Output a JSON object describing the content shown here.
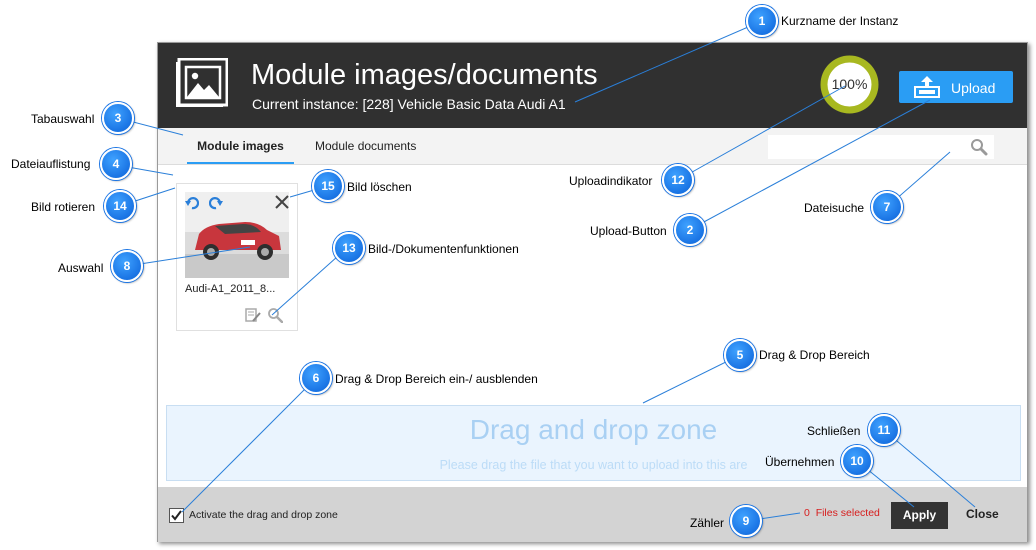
{
  "dialog": {
    "title": "Module images/documents",
    "subtitle": "Current instance: [228] Vehicle Basic Data Audi A1",
    "progress": "100%",
    "progress_value": 1.0,
    "upload_label": "Upload",
    "tabs": [
      {
        "label": "Module images",
        "active": true
      },
      {
        "label": "Module documents",
        "active": false
      }
    ],
    "search": {
      "placeholder": ""
    },
    "file": {
      "name": "Audi-A1_2011_8..."
    },
    "dropzone": {
      "title": "Drag and drop zone",
      "hint": "Please drag the file that you want to upload into this are"
    },
    "footer": {
      "checkbox_label": "Activate the drag and drop zone",
      "checkbox_checked": true,
      "files_count": "0",
      "files_label": "Files selected",
      "apply_label": "Apply",
      "close_label": "Close"
    },
    "colors": {
      "accent": "#2a9df4",
      "header": "#303030",
      "progress_ring": "#a8b820",
      "error": "#d71d1d"
    }
  },
  "callouts": [
    {
      "num": "1",
      "label": "Kurzname der Instanz"
    },
    {
      "num": "2",
      "label": "Upload-Button"
    },
    {
      "num": "3",
      "label": "Tabauswahl"
    },
    {
      "num": "4",
      "label": "Dateiauflistung"
    },
    {
      "num": "5",
      "label": "Drag & Drop Bereich"
    },
    {
      "num": "6",
      "label": "Drag & Drop Bereich ein-/ ausblenden"
    },
    {
      "num": "7",
      "label": "Dateisuche"
    },
    {
      "num": "8",
      "label": "Auswahl"
    },
    {
      "num": "9",
      "label": "Zähler"
    },
    {
      "num": "10",
      "label": "Übernehmen"
    },
    {
      "num": "11",
      "label": "Schließen"
    },
    {
      "num": "12",
      "label": "Uploadindikator"
    },
    {
      "num": "13",
      "label": "Bild-/Dokumentenfunktionen"
    },
    {
      "num": "14",
      "label": "Bild rotieren"
    },
    {
      "num": "15",
      "label": "Bild löschen"
    }
  ]
}
